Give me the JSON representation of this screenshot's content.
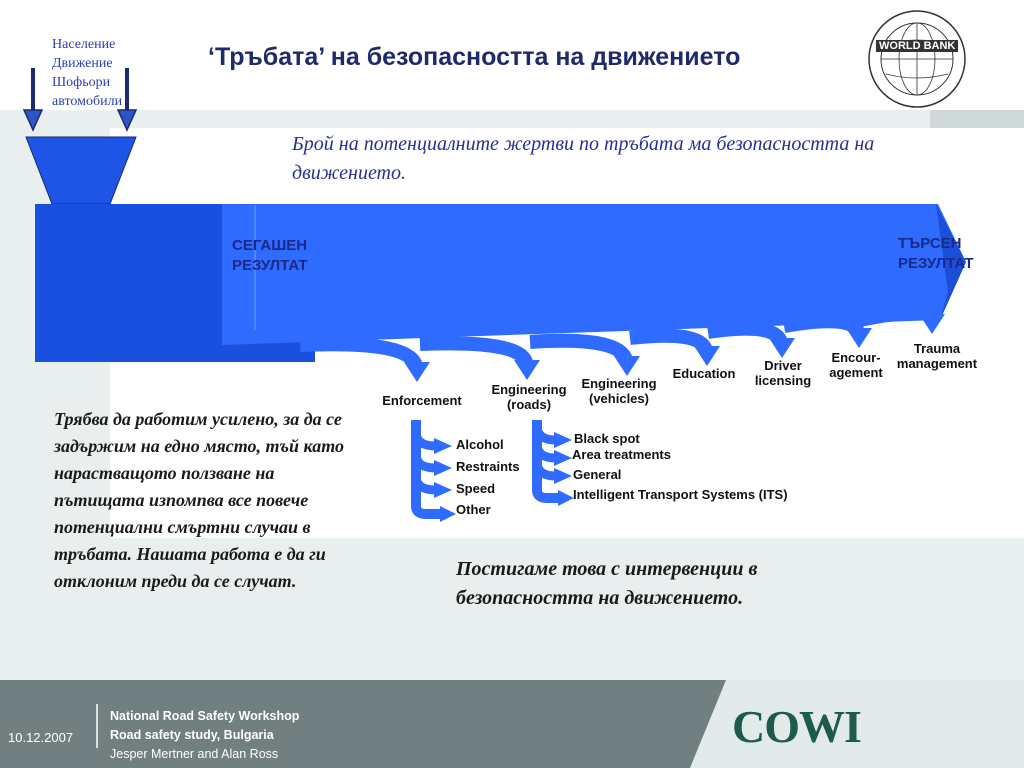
{
  "inputs": [
    "Население",
    "Движение",
    "Шофьори",
    "автомобили"
  ],
  "title": "‘Тръбата’ на безопасността на движението",
  "subtitle": "Брой на потенциалните жертви по тръбата ма безопасността на движението.",
  "current_result": "СЕГАШЕН РЕЗУЛТАТ",
  "target_result": "ТЪРСЕН РЕЗУЛТАТ",
  "branches": [
    {
      "lines": [
        "Enforcement"
      ]
    },
    {
      "lines": [
        "Engineering",
        "(roads)"
      ]
    },
    {
      "lines": [
        "Engineering",
        "(vehicles)"
      ]
    },
    {
      "lines": [
        "Education"
      ]
    },
    {
      "lines": [
        "Driver",
        "licensing"
      ]
    },
    {
      "lines": [
        "Encour-",
        "agement"
      ]
    },
    {
      "lines": [
        "Trauma",
        "management"
      ]
    }
  ],
  "enforcement_items": [
    "Alcohol",
    "Restraints",
    "Speed",
    "Other"
  ],
  "roads_items": [
    "Black spot",
    "Area treatments",
    "General",
    "Intelligent Transport Systems (ITS)"
  ],
  "left_text": "Трябва да работим усилено, за да се задържим на едно място, тъй като нарастващото ползване на пътищата изпомпва все повече потенциални смъртни случаи в тръбата. Нашата работа е да ги отклоним преди да се случат.",
  "bottom_text": "Постигаме това с интервенции в безопасността на движението.",
  "logo": {
    "name": "world-bank-logo",
    "text": "WORLD BANK"
  },
  "footer": {
    "date": "10.12.2007",
    "line1": "National Road Safety Workshop",
    "line2": "Road safety study, Bulgaria",
    "line3": "Jesper Mertner and Alan Ross",
    "brand": "COWI"
  },
  "colors": {
    "pipe_dark": "#1a4ee0",
    "pipe_light": "#2f6bff",
    "footer": "#727f80",
    "title": "#1f2a6b"
  }
}
